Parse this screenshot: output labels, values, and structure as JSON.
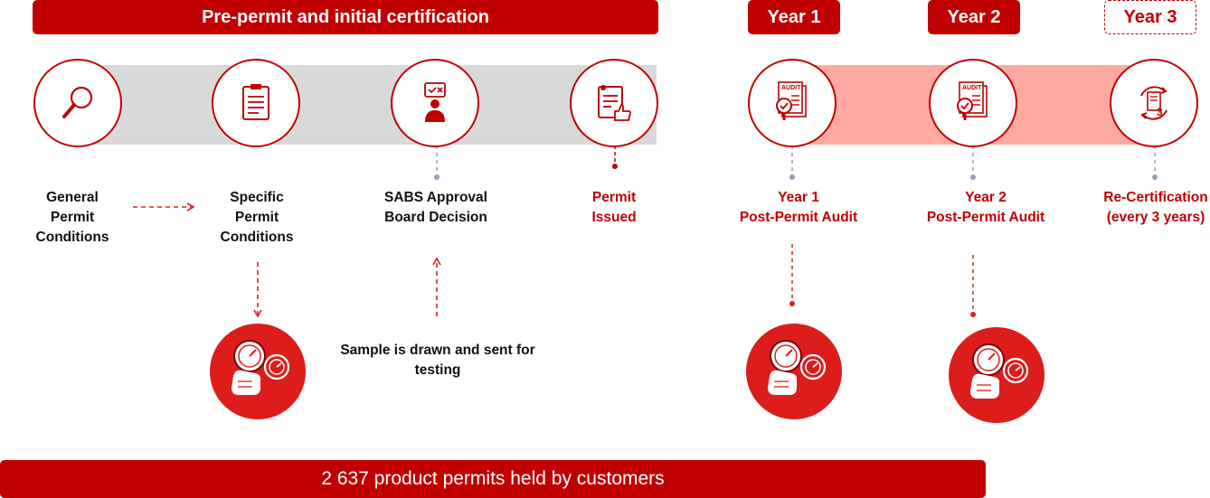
{
  "headers": {
    "phase": "Pre-permit and initial certification",
    "year1": "Year 1",
    "year2": "Year 2",
    "year3": "Year 3"
  },
  "steps": [
    {
      "lines": [
        "General",
        "Permit",
        "Conditions"
      ]
    },
    {
      "lines": [
        "Specific",
        "Permit",
        "Conditions"
      ]
    },
    {
      "lines": [
        "SABS Approval",
        "Board Decision"
      ]
    },
    {
      "lines": [
        "Permit",
        "Issued"
      ]
    },
    {
      "lines": [
        "Year 1",
        "Post-Permit Audit"
      ]
    },
    {
      "lines": [
        "Year 2",
        "Post-Permit Audit"
      ]
    },
    {
      "lines": [
        "Re-Certification",
        "(every 3 years)"
      ]
    }
  ],
  "icons": {
    "step1": "magnifier-icon",
    "step2": "clipboard-icon",
    "step3": "board-decision-icon",
    "step4": "permit-approved-icon",
    "step5": "audit-document-icon",
    "step6": "audit-document-icon",
    "step7": "recertification-cycle-icon",
    "testing": "pressure-gauge-testing-icon"
  },
  "sample_text": "Sample is drawn and sent for testing",
  "footer_text": "2 637 product permits held by customers",
  "colors": {
    "accent": "#c00000",
    "pre_permit_band": "#d9d9d9",
    "post_permit_band": "#ffaaa0",
    "testing_disc": "#dd1c1c"
  }
}
